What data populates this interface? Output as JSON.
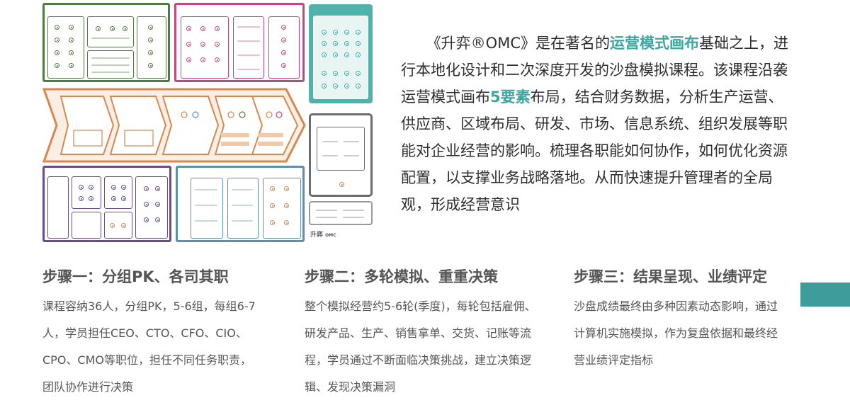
{
  "board": {
    "logo_text": "升弈",
    "logo_sub": "OMC"
  },
  "intro": {
    "part1": "《升弈®OMC》是在著名的",
    "highlight1": "运营模式画布",
    "part2": "基础之上，进行本地化设计和二次深度开发的沙盘模拟课程。该课程沿袭运营模式画布",
    "highlight2": "5要素",
    "part3": "布局，结合财务数据，分析生产运营、供应商、区域布局、研发、市场、信息系统、组织发展等职能对企业经营的影响。梳理各职能如何协作，如何优化资源配置，以支撑业务战略落地。从而快速提升管理者的全局观，形成经营意识"
  },
  "steps": [
    {
      "title": "步骤一：分组PK、各司其职",
      "body": "课程容纳36人，分组PK，5-6组，每组6-7人，学员担任CEO、CTO、CFO、CIO、CPO、CMO等职位，担任不同任务职责，团队协作进行决策"
    },
    {
      "title": "步骤二：多轮模拟、重重决策",
      "body": "整个模拟经营约5-6轮(季度)，每轮包括雇佣、研发产品、生产、销售拿单、交货、记账等流程，学员通过不断面临决策挑战，建立决策逻辑、发现决策漏洞"
    },
    {
      "title": "步骤三：结果呈现、业绩评定",
      "body": "沙盘成绩最终由多种因素动态影响，通过计算机实施模拟，作为复盘依据和最终经营业绩评定指标"
    }
  ],
  "colors": {
    "accent": "#3e9d9a",
    "highlight": "#3ba7a1",
    "green": "#4d7d40",
    "pink": "#c9447e",
    "teal": "#46a89f",
    "orange": "#d9874f",
    "purple": "#6a4a92",
    "blue": "#5b8fb6"
  }
}
